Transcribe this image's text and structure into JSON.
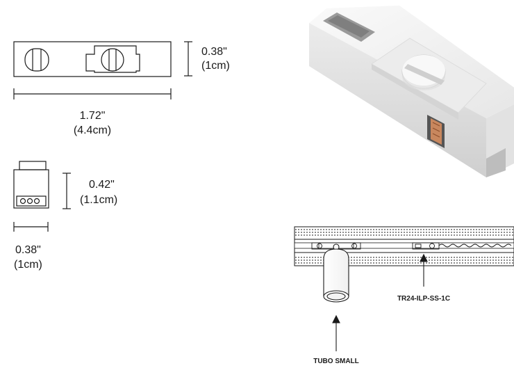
{
  "top_view": {
    "height_in": "0.38\"",
    "height_cm": "(1cm)",
    "length_in": "1.72\"",
    "length_cm": "(4.4cm)"
  },
  "end_view": {
    "height_in": "0.42\"",
    "height_cm": "(1.1cm)",
    "width_in": "0.38\"",
    "width_cm": "(1cm)"
  },
  "callouts": {
    "connector": "TR24-ILP-SS-1C",
    "fixture": "TUBO SMALL"
  },
  "colors": {
    "line": "#1a1a1a",
    "body_light": "#f2f2f2",
    "body_shadow": "#d9d9d9",
    "copper": "#c8875e"
  }
}
